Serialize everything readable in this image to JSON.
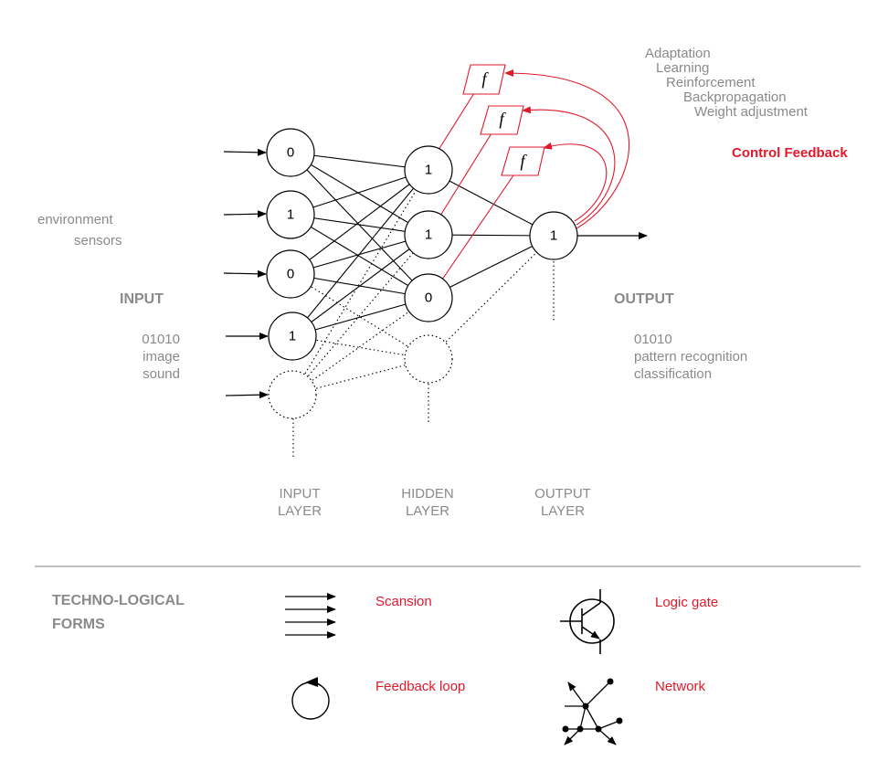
{
  "input_label": "INPUT",
  "input_notes": [
    "environment",
    "sensors"
  ],
  "input_types": [
    "01010",
    "image",
    "sound"
  ],
  "output_label": "OUTPUT",
  "output_types": [
    "01010",
    "pattern recognition",
    "classification"
  ],
  "feedback_terms": [
    "Adaptation",
    "Learning",
    "Reinforcement",
    "Backpropagation",
    "Weight adjustment"
  ],
  "control_feedback": "Control Feedback",
  "network": {
    "input_values": [
      "0",
      "1",
      "0",
      "1"
    ],
    "hidden_values": [
      "1",
      "1",
      "0"
    ],
    "output_values": [
      "1"
    ],
    "function_symbol": "f"
  },
  "layers": {
    "input": [
      "INPUT",
      "LAYER"
    ],
    "hidden": [
      "HIDDEN",
      "LAYER"
    ],
    "output": [
      "OUTPUT",
      "LAYER"
    ]
  },
  "legend": {
    "title": [
      "TECHNO-LOGICAL",
      "FORMS"
    ],
    "scansion": "Scansion",
    "logic_gate": "Logic gate",
    "feedback_loop": "Feedback loop",
    "network": "Network"
  },
  "colors": {
    "accent": "#e0192b",
    "text": "#8a8a8a",
    "line": "#000000"
  }
}
